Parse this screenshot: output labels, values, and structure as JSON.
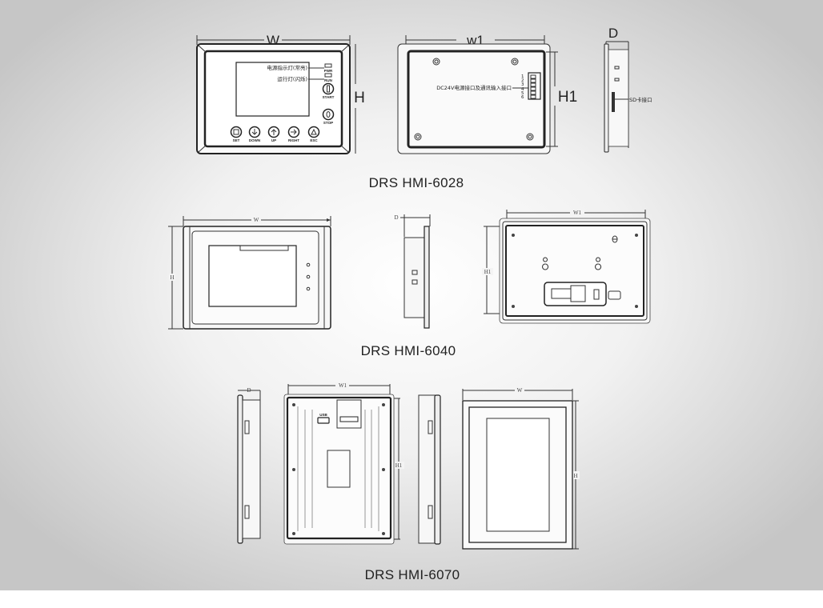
{
  "models": [
    {
      "title": "DRS HMI-6028",
      "front": {
        "width_label": "W",
        "height_label": "H",
        "indicators": [
          {
            "label": "PWR",
            "callout": "电源指示灯(常亮)"
          },
          {
            "label": "RUN",
            "callout": "运行灯(闪烁)"
          }
        ],
        "side_buttons": [
          "START",
          "STOP"
        ],
        "bottom_buttons": [
          "SET",
          "DOWN",
          "UP",
          "RIGHT",
          "ESC"
        ]
      },
      "back": {
        "width_label": "w1",
        "height_label": "H1",
        "connector_callout": "DC24V电源接口及通讯输入接口",
        "pins": [
          "1",
          "2",
          "3",
          "4",
          "5",
          "6"
        ]
      },
      "side": {
        "depth_label": "D",
        "sd_callout": "SD卡接口"
      }
    },
    {
      "title": "DRS HMI-6040",
      "front": {
        "width_label": "W",
        "height_label": "H"
      },
      "side": {
        "depth_label": "D"
      },
      "back": {
        "width_label": "W1",
        "height_label": "H1"
      }
    },
    {
      "title": "DRS HMI-6070",
      "side": {
        "depth_label": "D"
      },
      "back": {
        "width_label": "W1",
        "height_label": "H1",
        "port_label": "USB"
      },
      "front": {
        "width_label": "W",
        "height_label": "H"
      }
    }
  ],
  "colors": {
    "background_edge": "#c6c6c6",
    "background_center": "#ffffff",
    "line": "#333333"
  }
}
